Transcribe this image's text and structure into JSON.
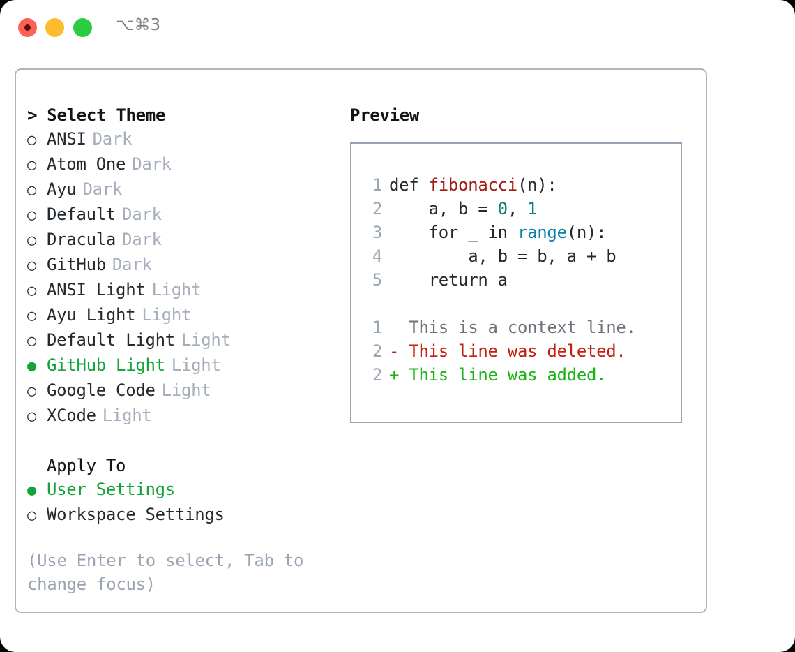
{
  "titlebar": {
    "shortcut": "⌥⌘3",
    "buttons": {
      "close": "close-window",
      "minimize": "minimize-window",
      "maximize": "maximize-window"
    },
    "colors": {
      "close": "#fc6058",
      "minimize": "#fdbc2e",
      "maximize": "#2bcc41"
    }
  },
  "theme_picker": {
    "heading": "> Select Theme",
    "marker_selected": "●",
    "marker_unselected": "○",
    "selected_color": "#14a33a",
    "tag_color": "#a6aebb",
    "items": [
      {
        "name": "ANSI",
        "tag": "Dark",
        "selected": false
      },
      {
        "name": "Atom One",
        "tag": "Dark",
        "selected": false
      },
      {
        "name": "Ayu",
        "tag": "Dark",
        "selected": false
      },
      {
        "name": "Default",
        "tag": "Dark",
        "selected": false
      },
      {
        "name": "Dracula",
        "tag": "Dark",
        "selected": false
      },
      {
        "name": "GitHub",
        "tag": "Dark",
        "selected": false
      },
      {
        "name": "ANSI Light",
        "tag": "Light",
        "selected": false
      },
      {
        "name": "Ayu Light",
        "tag": "Light",
        "selected": false
      },
      {
        "name": "Default Light",
        "tag": "Light",
        "selected": false
      },
      {
        "name": "GitHub Light",
        "tag": "Light",
        "selected": true
      },
      {
        "name": "Google Code",
        "tag": "Light",
        "selected": false
      },
      {
        "name": "XCode",
        "tag": "Light",
        "selected": false
      }
    ]
  },
  "apply_to": {
    "heading": "Apply To",
    "items": [
      {
        "name": "User Settings",
        "tag": "",
        "selected": true
      },
      {
        "name": "Workspace Settings",
        "tag": "",
        "selected": false
      }
    ]
  },
  "hint": "(Use Enter to select, Tab to change focus)",
  "preview": {
    "title": "Preview",
    "code_lines": [
      {
        "number": "1",
        "tokens": [
          {
            "text": "def ",
            "style": "code-text"
          },
          {
            "text": "fibonacci",
            "style": "tok-fn"
          },
          {
            "text": "(n):",
            "style": "code-text"
          }
        ]
      },
      {
        "number": "2",
        "tokens": [
          {
            "text": "    a, b = ",
            "style": "code-text"
          },
          {
            "text": "0",
            "style": "tok-num"
          },
          {
            "text": ", ",
            "style": "code-text"
          },
          {
            "text": "1",
            "style": "tok-num"
          }
        ]
      },
      {
        "number": "3",
        "tokens": [
          {
            "text": "    for _ in ",
            "style": "code-text"
          },
          {
            "text": "range",
            "style": "tok-call"
          },
          {
            "text": "(n):",
            "style": "code-text"
          }
        ]
      },
      {
        "number": "4",
        "tokens": [
          {
            "text": "        a, b = b, a + b",
            "style": "code-text"
          }
        ]
      },
      {
        "number": "5",
        "tokens": [
          {
            "text": "    return a",
            "style": "code-text"
          }
        ]
      },
      {
        "number": "",
        "blank": true,
        "tokens": []
      },
      {
        "number": "1",
        "tokens": [
          {
            "text": "  This is a context line.",
            "style": "tok-ctx"
          }
        ]
      },
      {
        "number": "2",
        "tokens": [
          {
            "text": "- This line was deleted.",
            "style": "tok-del"
          }
        ]
      },
      {
        "number": "2",
        "tokens": [
          {
            "text": "+ This line was added.",
            "style": "tok-add"
          }
        ]
      }
    ]
  }
}
